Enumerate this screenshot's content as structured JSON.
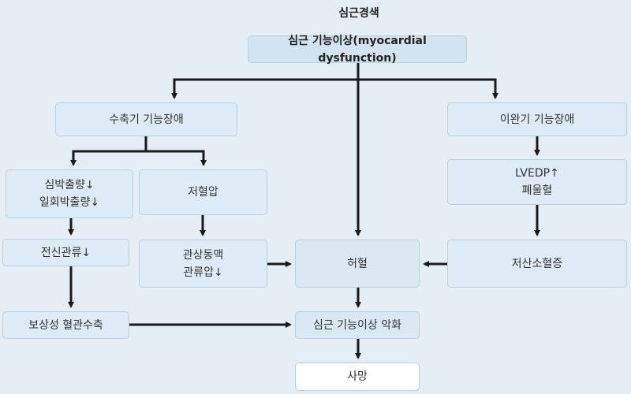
{
  "title": "심근경색",
  "nodes": {
    "root": "심근 기능이상(myocardial dysfunction)",
    "systolic": "수축기 기능장애",
    "diastolic": "이완기 기능장애",
    "cardiac_output": [
      "심박출량↓",
      "일회박출량↓"
    ],
    "hypotension": "저혈압",
    "lvedp": [
      "LVEDP↑",
      "폐울혈"
    ],
    "systemic_perfusion": "전신관류↓",
    "coronary_perfusion": [
      "관상동맥",
      "관류압↓"
    ],
    "ischemia": "허혈",
    "hypoxemia": "저산소혈증",
    "compensatory": "보상성 혈관수축",
    "worsening": "심근 기능이상 악화",
    "death": "사망"
  },
  "edges": [
    [
      "root",
      "systolic"
    ],
    [
      "root",
      "diastolic"
    ],
    [
      "root",
      "ischemia"
    ],
    [
      "systolic",
      "cardiac_output"
    ],
    [
      "systolic",
      "hypotension"
    ],
    [
      "diastolic",
      "lvedp"
    ],
    [
      "cardiac_output",
      "systemic_perfusion"
    ],
    [
      "hypotension",
      "coronary_perfusion"
    ],
    [
      "lvedp",
      "hypoxemia"
    ],
    [
      "systemic_perfusion",
      "compensatory"
    ],
    [
      "coronary_perfusion",
      "ischemia"
    ],
    [
      "hypoxemia",
      "ischemia"
    ],
    [
      "ischemia",
      "worsening"
    ],
    [
      "compensatory",
      "worsening"
    ],
    [
      "worsening",
      "death"
    ]
  ]
}
